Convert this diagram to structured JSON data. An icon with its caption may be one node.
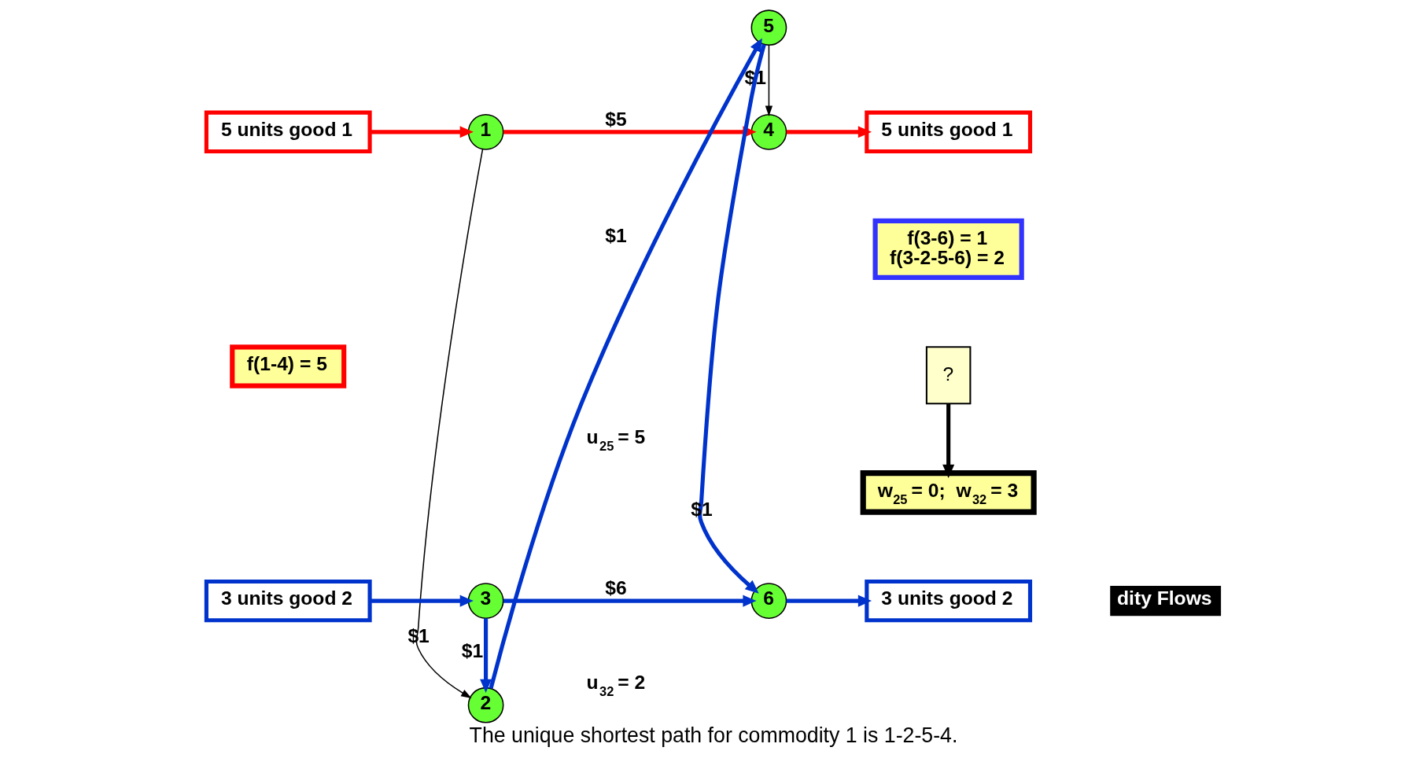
{
  "diagram": {
    "caption": "The unique shortest path for commodity 1 is 1-2-5-4.",
    "nodes": [
      {
        "text": [
          "5 units good 1"
        ]
      },
      {
        "text": [
          "1"
        ]
      },
      {
        "text": [
          "4"
        ]
      },
      {
        "text": [
          "5 units good 1"
        ]
      },
      {
        "text": [
          "f(1-4) = 5"
        ]
      },
      {
        "text": [
          "2"
        ]
      },
      {
        "text": [
          "5"
        ]
      },
      {
        "text": [
          "f(3-6) = 1",
          "f(3-2-5-6) = 2"
        ]
      },
      {
        "text": [
          "3 units good 2"
        ]
      },
      {
        "text": [
          "3"
        ]
      },
      {
        "text": [
          "6"
        ]
      },
      {
        "text": [
          "3 units good 2"
        ]
      },
      {
        "text": [
          "w$_{25}$ = 0;  w$_{32}$ = 3"
        ]
      },
      {
        "text": [
          "?"
        ]
      }
    ],
    "edges": [
      {
        "from": 0,
        "to": 1,
        "arrow": "to",
        "color": "#ff0000"
      },
      {
        "from": 1,
        "to": 2,
        "arrow": "to",
        "label": "$5",
        "color": "#ff0000"
      },
      {
        "from": 2,
        "to": 3,
        "arrow": "to",
        "color": "#ff0000"
      },
      {
        "from": 1,
        "to": 5,
        "arrow": "to",
        "label": "$1",
        "color": "#000000"
      },
      {
        "from": 6,
        "to": 2,
        "arrow": "to",
        "label": "$1",
        "color": "#000000"
      },
      {
        "from": 5,
        "to": 6,
        "arrow": "to",
        "label": "$1"
      },
      {
        "from": 6,
        "to": 10,
        "arrow": "to",
        "label": "$1"
      },
      {
        "from": 8,
        "to": 9,
        "arrow": "to"
      },
      {
        "from": 9,
        "to": 5,
        "arrow": "to",
        "label": "$1"
      },
      {
        "from": 9,
        "to": 10,
        "arrow": "to",
        "label": "$6"
      },
      {
        "from": 10,
        "to": 11,
        "arrow": "to"
      },
      {
        "from": 13,
        "to": 12,
        "arrow": "to",
        "color": "#000000"
      }
    ],
    "labels": [
      "u$_{25}$ = 5",
      "u$_{32}$ = 2",
      "dity Flows"
    ]
  }
}
